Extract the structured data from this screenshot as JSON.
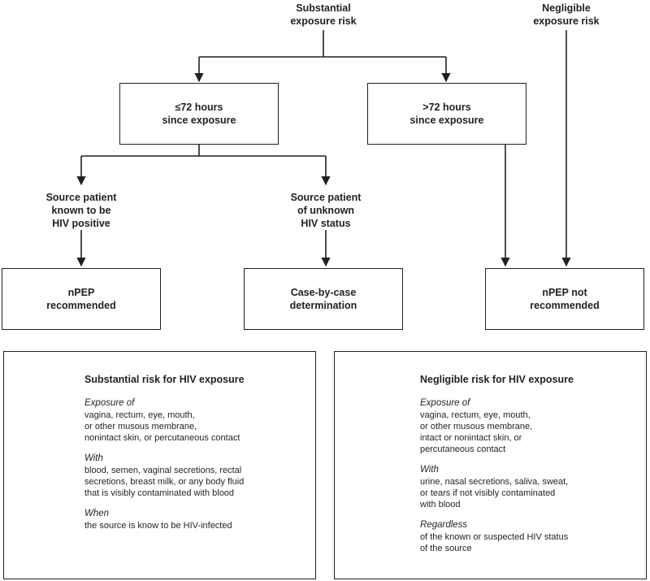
{
  "flow": {
    "top_substantial": [
      "Substantial",
      "exposure risk"
    ],
    "top_negligible": [
      "Negligible",
      "exposure risk"
    ],
    "within_72": [
      "≤72 hours",
      "since exposure"
    ],
    "over_72": [
      ">72 hours",
      "since exposure"
    ],
    "source_positive": [
      "Source patient",
      "known to be",
      "HIV positive"
    ],
    "source_unknown": [
      "Source patient",
      "of unknown",
      "HIV status"
    ],
    "outcome_npep": [
      "nPEP",
      "recommended"
    ],
    "outcome_case": [
      "Case-by-case",
      "determination"
    ],
    "outcome_not": [
      "nPEP not",
      "recommended"
    ]
  },
  "panels": {
    "substantial": {
      "title": "Substantial risk for HIV exposure",
      "sections": [
        {
          "heading": "Exposure of",
          "lines": [
            "vagina, rectum, eye, mouth,",
            "or other musous membrane,",
            "nonintact skin, or percutaneous contact"
          ]
        },
        {
          "heading": "With",
          "lines": [
            "blood, semen, vaginal secretions, rectal",
            "secretions, breast milk, or any body fluid",
            "that is visibly contaminated with blood"
          ]
        },
        {
          "heading": "When",
          "lines": [
            "the source is know to be HIV-infected"
          ]
        }
      ]
    },
    "negligible": {
      "title": "Negligible risk for HIV exposure",
      "sections": [
        {
          "heading": "Exposure of",
          "lines": [
            "vagina, rectum, eye, mouth,",
            "or other musous membrane,",
            "intact or nonintact skin, or",
            "percutaneous contact"
          ]
        },
        {
          "heading": "With",
          "lines": [
            "urine, nasal secretions, saliva, sweat,",
            "or tears if not visibly contaminated",
            "with blood"
          ]
        },
        {
          "heading": "Regardless",
          "lines": [
            "of the known or suspected HIV status",
            "of the source"
          ]
        }
      ]
    }
  }
}
